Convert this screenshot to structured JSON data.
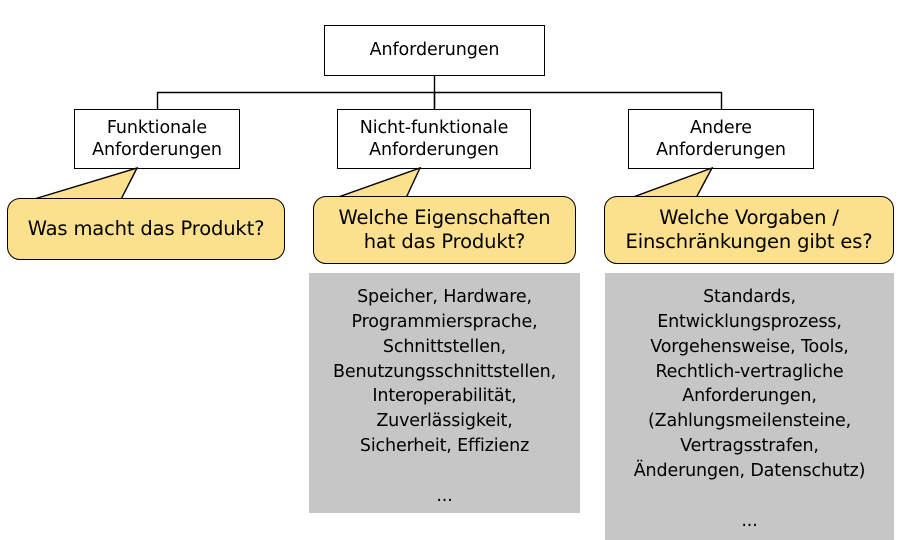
{
  "diagram": {
    "title_node": {
      "label": "Anforderungen"
    },
    "category_nodes": [
      {
        "id": "funktionale",
        "label": "Funktionale\nAnforderungen"
      },
      {
        "id": "nicht-funktionale",
        "label": "Nicht-funktionale\nAnforderungen"
      },
      {
        "id": "andere",
        "label": "Andere\nAnforderungen"
      }
    ],
    "callouts": [
      {
        "id": "callout-funktionale",
        "text": "Was macht das Produkt?"
      },
      {
        "id": "callout-nicht-funktionale",
        "text": "Welche Eigenschaften\nhat das Produkt?"
      },
      {
        "id": "callout-andere",
        "text": "Welche Vorgaben /\nEinschränkungen gibt es?"
      }
    ],
    "detail_boxes": [
      {
        "id": "detail-nicht-funktionale",
        "text": "Speicher, Hardware,\nProgrammiersprache,\nSchnittstellen,\nBenutzungsschnittstellen,\nInteroperabilität,\nZuverlässigkeit,\nSicherheit, Effizienz\n\n..."
      },
      {
        "id": "detail-andere",
        "text": "Standards,\nEntwicklungsprozess,\nVorgehensweise, Tools,\nRechtlich-vertragliche\nAnforderungen,\n(Zahlungsmeilensteine,\nVertragsstrafen,\nÄnderungen, Datenschutz)\n\n..."
      }
    ],
    "colors": {
      "callout_fill": "#FBE08D",
      "detail_fill": "#C6C6C6",
      "node_fill": "#FFFFFF",
      "stroke": "#000000"
    }
  }
}
